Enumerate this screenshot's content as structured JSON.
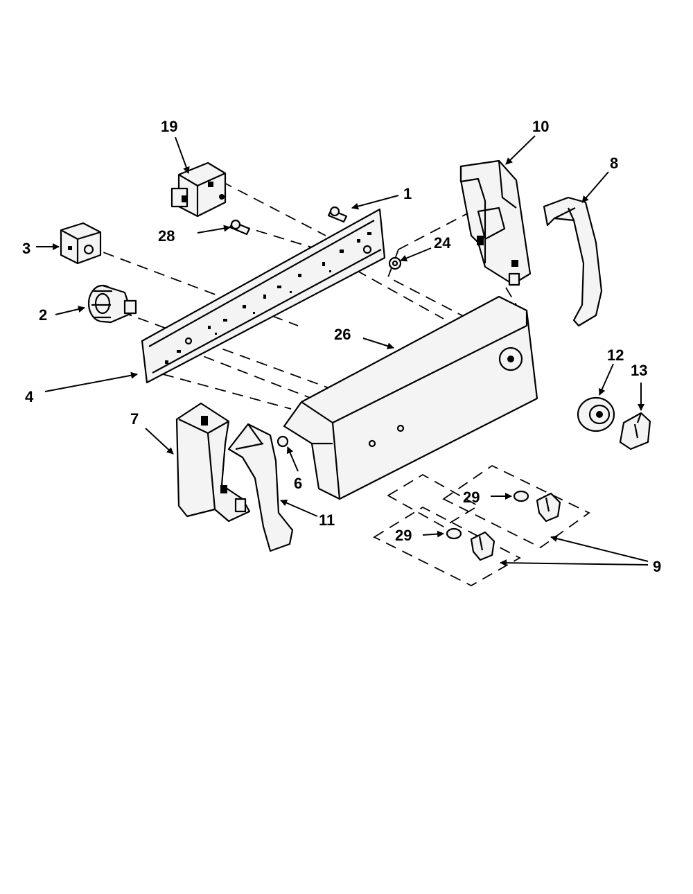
{
  "labels": {
    "l19": "19",
    "l10": "10",
    "l8": "8",
    "l1": "1",
    "l28": "28",
    "l24": "24",
    "l3": "3",
    "l2": "2",
    "l26": "26",
    "l4": "4",
    "l12": "12",
    "l13": "13",
    "l7": "7",
    "l6": "6",
    "l11": "11",
    "l29a": "29",
    "l29b": "29",
    "l9": "9"
  }
}
